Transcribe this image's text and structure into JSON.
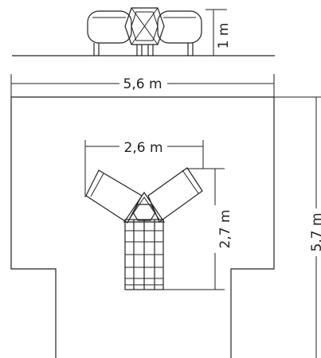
{
  "dimensions": {
    "height": "1 m",
    "overall_width": "5,6 m",
    "structure_width": "2,6 m",
    "structure_depth": "2,7 m",
    "overall_depth": "5,7 m"
  }
}
